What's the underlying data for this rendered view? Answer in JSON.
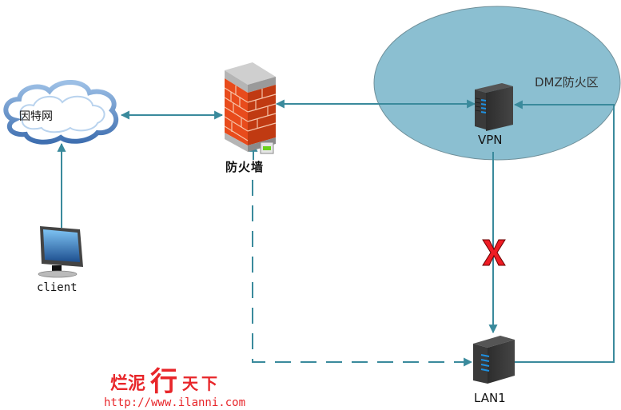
{
  "diagram": {
    "nodes": {
      "internet": {
        "label": "因特网",
        "icon": "cloud-icon"
      },
      "firewall": {
        "label": "防火墙",
        "icon": "firewall-icon"
      },
      "vpn": {
        "label": "VPN",
        "icon": "server-icon"
      },
      "dmz": {
        "label": "DMZ防火区",
        "fill": "#8bbfd1"
      },
      "client": {
        "label": "client",
        "icon": "monitor-icon"
      },
      "lan": {
        "label": "LAN1",
        "icon": "server-icon"
      }
    },
    "edges": [
      {
        "from": "internet",
        "to": "firewall",
        "style": "solid",
        "direction": "both"
      },
      {
        "from": "firewall",
        "to": "vpn",
        "style": "solid",
        "direction": "both"
      },
      {
        "from": "client",
        "to": "internet",
        "style": "solid",
        "direction": "forward"
      },
      {
        "from": "vpn",
        "to": "lan",
        "style": "solid",
        "direction": "forward",
        "blocked": true
      },
      {
        "from": "lan",
        "to": "vpn",
        "style": "solid",
        "direction": "forward"
      },
      {
        "from": "firewall",
        "to": "lan",
        "style": "dashed",
        "direction": "forward"
      }
    ],
    "colors": {
      "connector": "#3a8a9c",
      "blocked_mark": "#ee1c24",
      "dmz_fill": "#8bbfd1"
    }
  },
  "watermark": {
    "chars_1": "烂泥",
    "char_2": "行",
    "chars_3": "天下",
    "url": "http://www.ilanni.com"
  }
}
